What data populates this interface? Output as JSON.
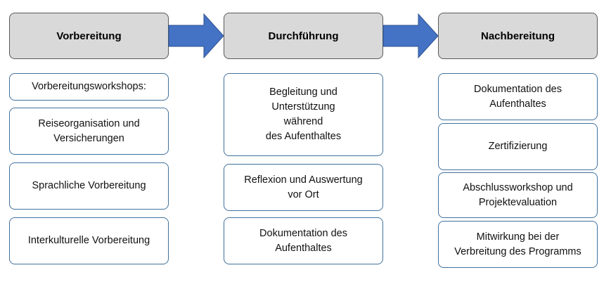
{
  "colors": {
    "header_fill": "#d9d9d9",
    "box_border": "#41719c",
    "arrow_fill": "#4472c4"
  },
  "columns": [
    {
      "header": "Vorbereitung",
      "items": [
        "Vorbereitungsworkshops:",
        "Reiseorganisation und\nVersicherungen",
        "Sprachliche Vorbereitung",
        "Interkulturelle Vorbereitung"
      ]
    },
    {
      "header": "Durchführung",
      "items": [
        "Begleitung und\nUnterstützung\nwährend\ndes Aufenthaltes",
        "Reflexion und Auswertung\nvor Ort",
        "Dokumentation des\nAufenthaltes"
      ]
    },
    {
      "header": "Nachbereitung",
      "items": [
        "Dokumentation des\nAufenthaltes",
        "Zertifizierung",
        "Abschlussworkshop und\nProjektevaluation",
        "Mitwirkung bei der\nVerbreitung des Programms"
      ]
    }
  ]
}
